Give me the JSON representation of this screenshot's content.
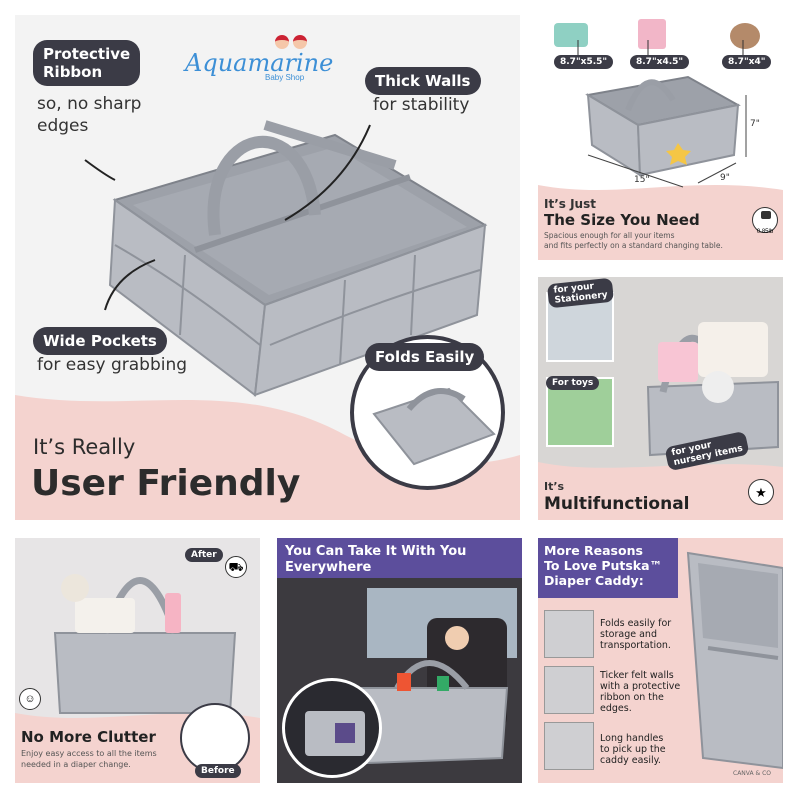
{
  "brand": {
    "name": "Aquamarine",
    "sub": "Baby Shop"
  },
  "panel1": {
    "tag1_l1": "Protective",
    "tag1_l2": "Ribbon",
    "text1_l1": "so, no sharp",
    "text1_l2": "edges",
    "tag2": "Thick Walls",
    "text2": "for stability",
    "tag3": "Wide Pockets",
    "text3": "for easy grabbing",
    "tag4": "Folds Easily",
    "headline_l1": "It’s Really",
    "headline_l2": "User Friendly",
    "colors": {
      "pink": "#f4d3cf",
      "dark": "#3b3b46"
    }
  },
  "panel2": {
    "dims": [
      "8.7\"x5.5\"",
      "8.7\"x4.5\"",
      "8.7\"x4\""
    ],
    "dim_len": "15\"",
    "dim_wid": "9\"",
    "dim_h": "7\"",
    "headline_l1": "It’s Just",
    "headline_l2": "The Size You Need",
    "desc_l1": "Spacious enough for all your items",
    "desc_l2": "and fits perfectly on a standard changing table.",
    "weight": "0.85lb"
  },
  "panel3": {
    "tag_a_l1": "for your",
    "tag_a_l2": "Stationery",
    "tag_b": "For toys",
    "tag_c_l1": "for your",
    "tag_c_l2": "nursery items",
    "headline_l1": "It’s",
    "headline_l2": "Multifunctional"
  },
  "panel4": {
    "after": "After",
    "before": "Before",
    "headline": "No More Clutter",
    "desc_l1": "Enjoy easy access to all the items",
    "desc_l2": "needed in a diaper change."
  },
  "panel5": {
    "headline_l1": "You Can Take It With You",
    "headline_l2": "Everywhere"
  },
  "panel6": {
    "headline_l1": "More Reasons",
    "headline_l2": "To Love Putska™",
    "headline_l3": "Diaper Caddy:",
    "items": [
      {
        "l1": "Folds easily for",
        "l2": "storage and",
        "l3": "transportation."
      },
      {
        "l1": "Ticker felt walls",
        "l2": "with a protective",
        "l3": "ribbon on the",
        "l4": "edges."
      },
      {
        "l1": "Long handles",
        "l2": "to pick up the",
        "l3": "caddy easily."
      }
    ],
    "logo": "CANVA & CO"
  }
}
